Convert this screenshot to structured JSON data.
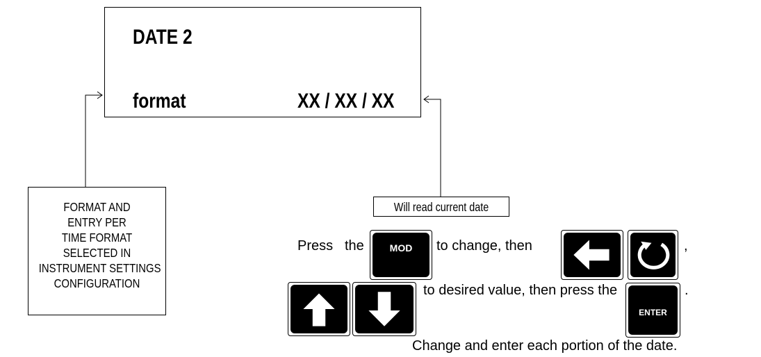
{
  "display": {
    "title": "DATE 2",
    "format_label": "format",
    "format_value": "XX / XX / XX"
  },
  "left_note": {
    "lines": [
      "FORMAT AND",
      "ENTRY PER",
      "TIME FORMAT",
      "SELECTED IN",
      "INSTRUMENT SETTINGS",
      "CONFIGURATION"
    ]
  },
  "right_note": {
    "text": "Will read current date"
  },
  "instructions": {
    "line1_a": "Press",
    "line1_b": "the",
    "line1_c": "to change, then",
    "line1_d": ",",
    "line2_a": "to desired value, then press the",
    "line2_b": ".",
    "line3": "Change and enter each portion of the date."
  },
  "keys": {
    "mod": "MOD",
    "enter": "ENTER",
    "left": "left-arrow-icon",
    "cycle": "cycle-icon",
    "up": "up-arrow-icon",
    "down": "down-arrow-icon"
  }
}
